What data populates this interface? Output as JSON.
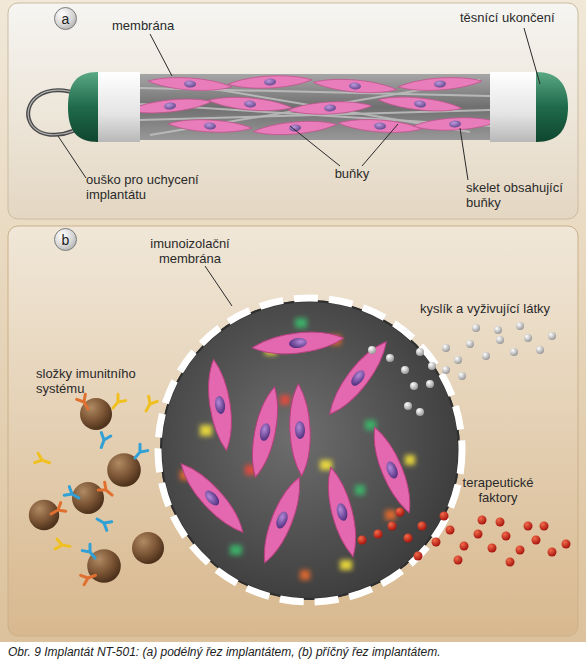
{
  "diagram": {
    "caption": "Obr. 9 Implantát NT-501: (a) podélný řez implantátem, (b) příčný řez implantátem.",
    "nodes": [
      {
        "text": [
          "a"
        ]
      },
      {
        "text": [
          "b"
        ]
      }
    ],
    "labels": [
      "membrána",
      "těsnící ukončení",
      "buňky",
      "ouško pro uchycení implantátu",
      "skelet obsahující buňky",
      "imunoizolační membrána",
      "kyslík a vyživující látky",
      "složky imunitního systému",
      "terapeutické faktory"
    ]
  }
}
